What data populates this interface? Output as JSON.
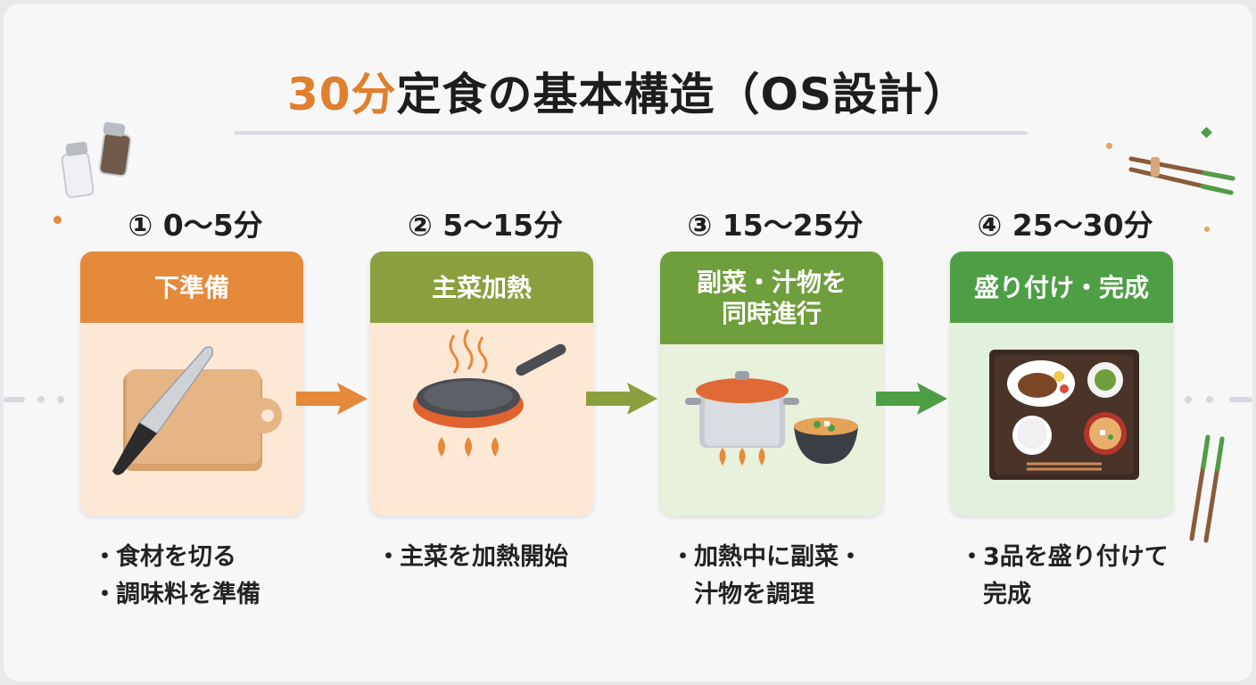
{
  "title": {
    "accent": "30分",
    "rest": "定食の基本構造（OS設計）"
  },
  "steps": [
    {
      "time": "① 0〜5分",
      "head": "下準備",
      "color": "#e5893a",
      "body": "#fde8d6",
      "bullets": [
        [
          "・",
          "食材を切る"
        ],
        [
          "・",
          "調味料を準備"
        ]
      ]
    },
    {
      "time": "② 5〜15分",
      "head": "主菜加熱",
      "color": "#8a9f3e",
      "body": "#fde8d6",
      "bullets": [
        [
          "・",
          "主菜を加熱開始"
        ]
      ]
    },
    {
      "time": "③ 15〜25分",
      "head_lines": [
        "副菜・汁物を",
        "同時進行"
      ],
      "color": "#6f9e3c",
      "body": "#e7f1dc",
      "bullets": [
        [
          "・",
          "加熱中に副菜・"
        ],
        [
          "",
          "汁物を調理"
        ]
      ]
    },
    {
      "time": "④ 25〜30分",
      "head": "盛り付け・完成",
      "color": "#4e9e46",
      "body": "#e3f0dc",
      "bullets": [
        [
          "・",
          "3品を盛り付けて"
        ],
        [
          "",
          "完成"
        ]
      ]
    }
  ],
  "colors": {
    "orange": "#e5893a",
    "olive": "#8a9f3e",
    "green": "#6f9e3c",
    "deepgreen": "#4e9e46"
  },
  "icons": [
    "cutting-board-knife-icon",
    "frying-pan-flame-icon",
    "pot-soup-flame-icon",
    "set-meal-tray-icon",
    "salt-pepper-shakers-icon",
    "chopsticks-icon"
  ]
}
